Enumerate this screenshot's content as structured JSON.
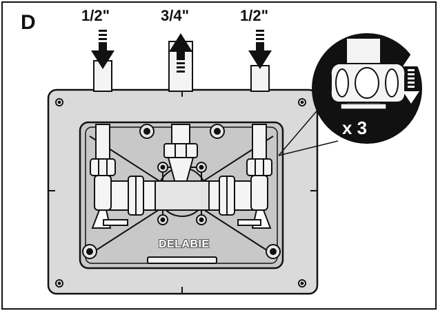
{
  "figure": {
    "step_letter": "D",
    "pipe_sizes": [
      "1/2\"",
      "3/4\"",
      "1/2\""
    ],
    "flow_directions": [
      "in",
      "out",
      "in"
    ],
    "callout_quantity": "x 3",
    "brand_mark": "DELABIE"
  },
  "colors": {
    "line": "#111111",
    "plate_fill": "#d9d9d9",
    "pipe_fill": "#f4f4f4",
    "callout_fill": "#111111"
  }
}
